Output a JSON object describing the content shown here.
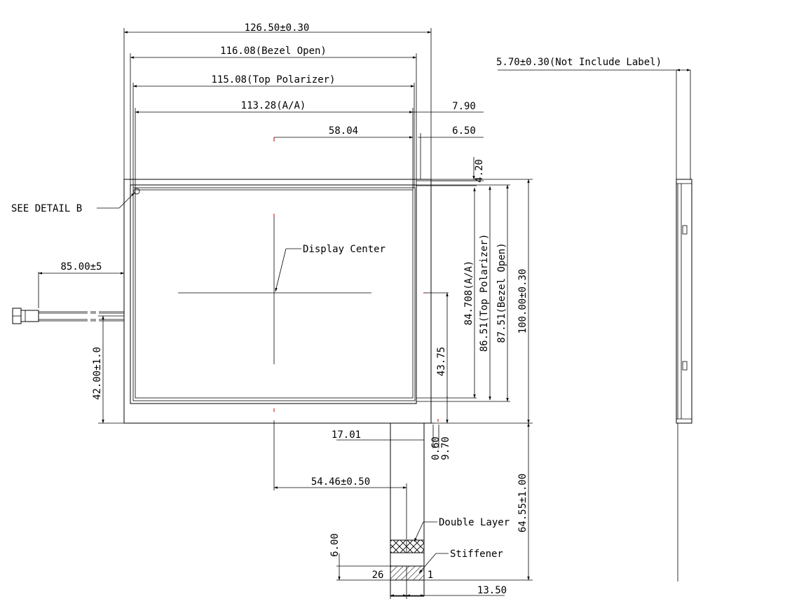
{
  "labels": {
    "w_total": "126.50±0.30",
    "w_bezel": "116.08(Bezel Open)",
    "w_polarizer": "115.08(Top Polarizer)",
    "w_aa": "113.28(A/A)",
    "r_790": "7.90",
    "c_5804": "58.04",
    "r_650": "6.50",
    "r_420": "4.20",
    "thickness": "5.70±0.30(Not Include Label)",
    "detail_b": "SEE DETAIL  B",
    "display_center": "Display Center",
    "cable_len": "85.00±5",
    "cable_pos": "42.00±1.0",
    "h_aa": "84.708(A/A)",
    "h_polarizer": "86.51(Top Polarizer)",
    "h_bezel": "87.51(Bezel Open)",
    "h_total": "100.00±0.30",
    "h_4375": "43.75",
    "fpc_1701": "17.01",
    "fpc_060": "0.60",
    "fpc_970": "9.70",
    "fpc_5446": "54.46±0.50",
    "fpc_len": "64.55±1.00",
    "double_layer": "Double Layer",
    "stiffener": "Stiffener",
    "fpc_600": "6.00",
    "fpc_26": "26",
    "fpc_1": "1",
    "fpc_1350": "13.50"
  }
}
